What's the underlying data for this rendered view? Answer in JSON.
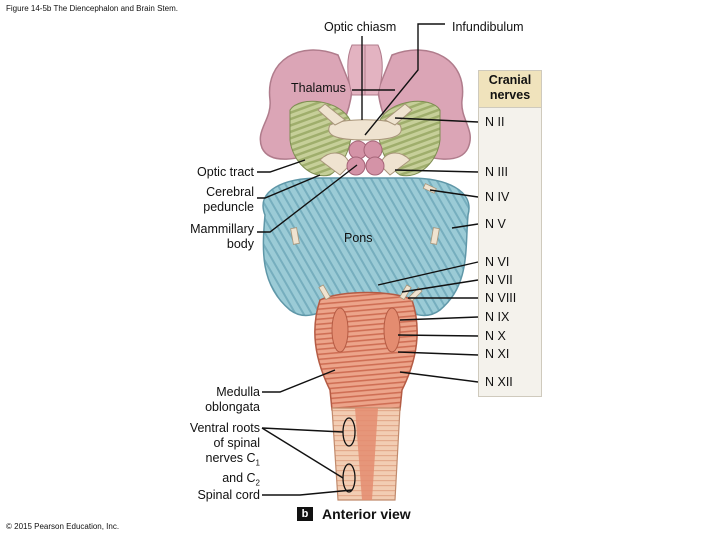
{
  "figure": {
    "title": "Figure 14-5b The Diencephalon and Brain Stem.",
    "copyright": "© 2015 Pearson Education, Inc.",
    "panel_letter": "b",
    "view_label": "Anterior view"
  },
  "labels": {
    "optic_chiasm": "Optic chiasm",
    "infundibulum": "Infundibulum",
    "thalamus": "Thalamus",
    "optic_tract": "Optic tract",
    "cerebral_peduncle_1": "Cerebral",
    "cerebral_peduncle_2": "peduncle",
    "mammillary_body_1": "Mammillary",
    "mammillary_body_2": "body",
    "pons": "Pons",
    "medulla_1": "Medulla",
    "medulla_2": "oblongata",
    "ventral_roots_1": "Ventral roots",
    "ventral_roots_2": "of spinal",
    "ventral_roots_3": "nerves C",
    "ventral_roots_3_sub": "1",
    "ventral_roots_4": "and C",
    "ventral_roots_4_sub": "2",
    "spinal_cord": "Spinal cord"
  },
  "cranial_nerves": {
    "heading_1": "Cranial",
    "heading_2": "nerves",
    "items": [
      "N II",
      "N III",
      "N IV",
      "N V",
      "N VI",
      "N VII",
      "N VIII",
      "N IX",
      "N X",
      "N XI",
      "N XII"
    ]
  },
  "colors": {
    "cerebrum": "#d9a3b4",
    "thalamus_stripes": "#b9c48a",
    "pons": "#8fc3cf",
    "medulla": "#e6957a",
    "spinal_cord": "#efc2a6",
    "panel_head": "#f0e3bc"
  }
}
